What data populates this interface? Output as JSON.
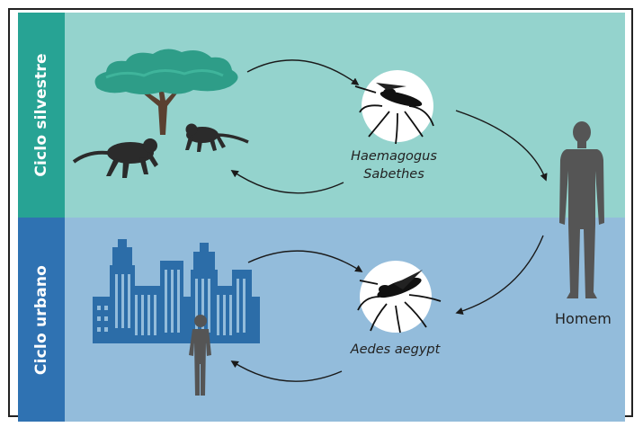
{
  "cycles": {
    "sylvatic": {
      "label": "Ciclo silvestre",
      "vector_line1": "Haemagogus",
      "vector_line2": "Sabethes"
    },
    "urban": {
      "label": "Ciclo urbano",
      "vector": "Aedes aegypt"
    }
  },
  "host": {
    "label": "Homem"
  },
  "icons": [
    "tree-icon",
    "monkey-icon",
    "mosquito-icon",
    "buildings-icon",
    "person-icon"
  ],
  "colors": {
    "sylvatic_band": "#94d3cd",
    "sylvatic_tab": "#27a394",
    "urban_band": "#93bcdb",
    "urban_tab": "#2f72b2",
    "silhouette": "#555555",
    "buildings": "#2c6da8"
  }
}
